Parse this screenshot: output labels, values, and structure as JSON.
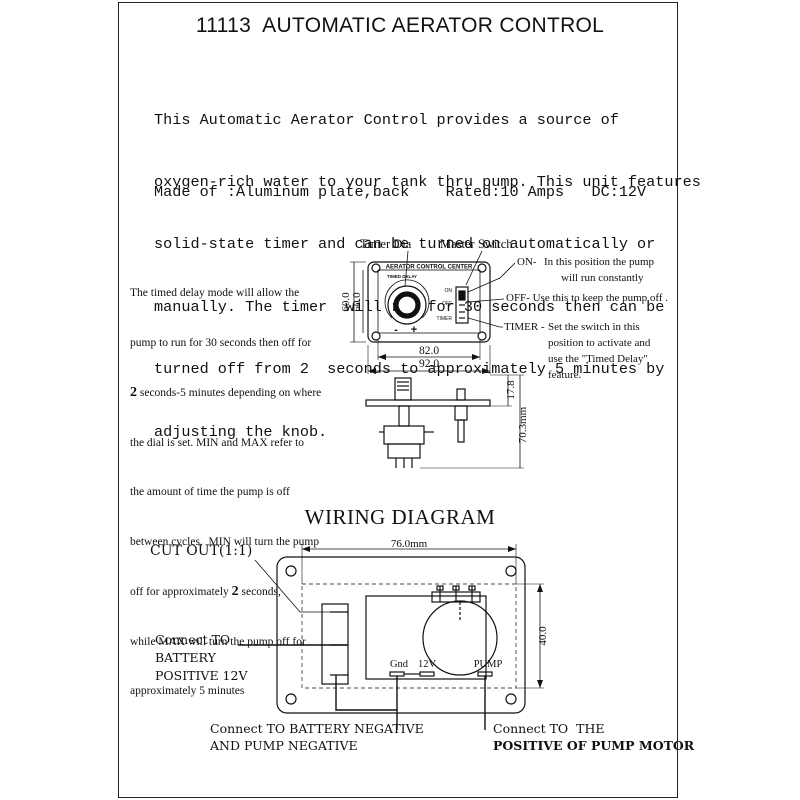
{
  "title": "11113  AUTOMATIC AERATOR CONTROL",
  "intro_lines": [
    "This Automatic Aerator Control provides a source of",
    "oxygen-rich water to your tank thru pump. This unit features",
    "solid-state timer and can be turned on automatically or",
    "manually. The timer  will run for 30 seconds then can be",
    "turned off from 2  seconds to approximately 5 minutes by",
    "adjusting the knob."
  ],
  "spec_line": "Made of :Aluminum plate,back    Rated:10 Amps   DC:12V",
  "delay_note": {
    "l1": "The timed delay mode will allow the",
    "l2": "pump to run for 30 seconds then off for",
    "l3_num": "2",
    "l3_rest": " seconds-5 minutes depending on where",
    "l4": "the dial is set. MIN and MAX refer to",
    "l5": "the amount of time the pump is off",
    "l6": "between cycles.  MIN will turn the pump",
    "l7_pre": "off for approximately ",
    "l7_num": "2",
    "l7_post": " seconds,",
    "l8": "while MAX will turn the pump off for",
    "l9": "approximately 5 minutes"
  },
  "front_view": {
    "timer_dial_label": "Timer Dia",
    "master_switch_label": "Master Switch",
    "panel_title": "AERATOR CONTROL CENTER",
    "panel_subtitle": "TIMED DELAY",
    "minus": "-",
    "plus": "+",
    "switch_on": "ON",
    "switch_off": "OFF",
    "switch_timer": "TIMER",
    "dim_height_outer": "60.0",
    "dim_height_inner": "50.0",
    "dim_width_inner": "82.0",
    "dim_width_outer": "92.0"
  },
  "switch_notes": {
    "on_label": "ON-",
    "on_text_1": "In this position the pump",
    "on_text_2": "will run constantly",
    "off_text": "OFF- Use this to keep the pump off .",
    "timer_label": "TIMER -",
    "timer_text_1": "Set the switch in this",
    "timer_text_2": "position to activate and",
    "timer_text_3": "use the \"Timed Delay\"",
    "timer_text_4": "feature."
  },
  "side_view": {
    "dim_depth": "17.8",
    "dim_length": "70.3mm"
  },
  "wiring": {
    "title": "WIRING DIAGRAM",
    "cutout_label": "CUT OUT(1:1)",
    "width_dim": "76.0mm",
    "height_dim": "40.0",
    "term_gnd": "Gnd",
    "term_12v": "12V",
    "term_pump": "PUMP",
    "battery_pos_1": "Connect TO",
    "battery_pos_2": "BATTERY",
    "battery_pos_3": "POSITIVE 12V",
    "battery_neg_1": "Connect TO BATTERY NEGATIVE",
    "battery_neg_2": "AND PUMP NEGATIVE",
    "pump_pos_1": "Connect TO  THE",
    "pump_pos_2": "POSITIVE OF PUMP MOTOR"
  }
}
